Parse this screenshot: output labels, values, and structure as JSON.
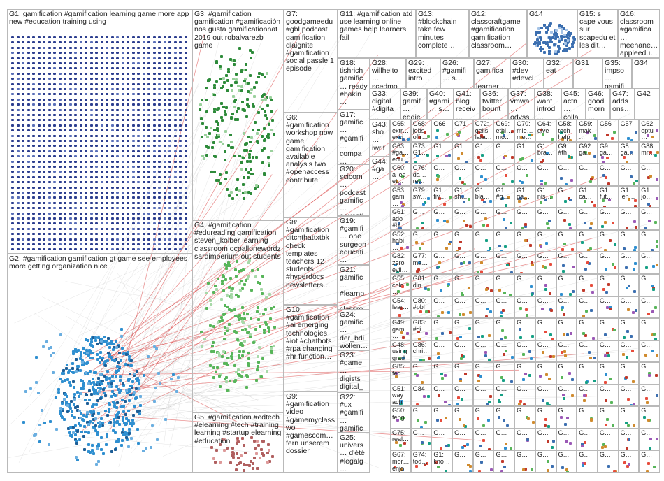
{
  "title": "",
  "colors": {
    "border": "#b9b9b9",
    "edge_red": "#d83a3a",
    "edge_grey": "#9a9a9a",
    "g1": "#2c3e8f",
    "g2": "#2f8fd0",
    "g3": "#2e8b3a",
    "g4": "#58b55a",
    "g5": "#c0392b",
    "g6": "#8e8e8e",
    "g7": "#6b6b6b"
  },
  "groups": [
    {
      "id": "G1",
      "text": "G1: gamification #gamification learning game more app new #education training using"
    },
    {
      "id": "G2",
      "text": "G2: #gamification gamification gt game see employees more getting organization nice"
    },
    {
      "id": "G3",
      "text": "G3: #gamification gamification #gamificación nos gusta gamificationnat 2019 out robalvarezb game"
    },
    {
      "id": "G4",
      "text": "G4: #gamification #edureading gamification steven_kolber learning classroom ocpallonewordz sardimperium out students"
    },
    {
      "id": "G5",
      "text": "G5: #gamification #edtech #elearning #tech #training learning #startup elearning #education"
    },
    {
      "id": "G6",
      "text": "G6: #gamification workshop now game gamification available analysis two #openaccess contribute"
    },
    {
      "id": "G7",
      "text": "G7: goodgameedu #gbl podcast gamification dlaignite #gamification social passle 1 episode"
    },
    {
      "id": "G8",
      "text": "G8: #gamification ditchthattxtbk check templates teachers 12 students #hyperdocs newsletters…"
    },
    {
      "id": "G9",
      "text": "G9: #gamification video #gamemyclass wo #gamescom… fern unserem dossier"
    },
    {
      "id": "G10",
      "text": "G10: #gamification #ai emerging technologies #iot #chatbots #rpa changing #hr function…"
    },
    {
      "id": "G11",
      "text": "G11: #gamification atd use learning online games help learners fail"
    },
    {
      "id": "G12",
      "text": "G12: classcraftgame #gamification gamification classroom…"
    },
    {
      "id": "G13",
      "text": "G13: #blockchain take few minutes complete…"
    },
    {
      "id": "G14",
      "text": "G14"
    },
    {
      "id": "G15",
      "text": "G15: s cape vous sur scapedu et les dit…"
    },
    {
      "id": "G16",
      "text": "G16: classroom #gamifica… meehane… appleedu…"
    },
    {
      "id": "G17",
      "text": "G17: gamific… #gamifi… compa… improv…"
    },
    {
      "id": "G18",
      "text": "G18: tishrich gamific… ready #bakin…"
    },
    {
      "id": "G19",
      "text": "G19: #gamifi… one surgeon educati…"
    },
    {
      "id": "G20",
      "text": "G20: scicom… podcast gamific… educati…"
    },
    {
      "id": "G21",
      "text": "G21: gamific… #learnp… classro…"
    },
    {
      "id": "G22",
      "text": "G22: #ux #gamifi… gamific…"
    },
    {
      "id": "G23",
      "text": "G23: #game… digists digital_…"
    },
    {
      "id": "G24",
      "text": "G24: gamific… der_bdi wollen…"
    },
    {
      "id": "G25",
      "text": "G25: univers… d'été #legalg…"
    },
    {
      "id": "G26",
      "text": "G26: #gamifi… s…"
    },
    {
      "id": "G27",
      "text": "G27: gamifica… learner…"
    },
    {
      "id": "G28",
      "text": "G28: willhelto… scedmo…"
    },
    {
      "id": "G29",
      "text": "G29: excited intro…"
    },
    {
      "id": "G30",
      "text": "G30: #dev #devcl…"
    },
    {
      "id": "G31",
      "text": "G31"
    },
    {
      "id": "G32",
      "text": "G32: eat"
    },
    {
      "id": "G33",
      "text": "G33: digital #digita…"
    },
    {
      "id": "G34",
      "text": "G34"
    },
    {
      "id": "G35",
      "text": "G35: impso… gamifi…"
    },
    {
      "id": "G36",
      "text": "G36: twitter bount…"
    },
    {
      "id": "G37",
      "text": "G37: vmwa… odyss…"
    },
    {
      "id": "G38",
      "text": "G38: want introd…"
    },
    {
      "id": "G39",
      "text": "G39: gamif… eddie…"
    },
    {
      "id": "G40",
      "text": "G40: #gami… s…"
    },
    {
      "id": "G41",
      "text": "G41: blog receiv…"
    },
    {
      "id": "G42",
      "text": "G42"
    },
    {
      "id": "G43",
      "text": "G43: sho… iwrit…"
    },
    {
      "id": "G44",
      "text": "G44: #ga… edu…"
    },
    {
      "id": "G45",
      "text": "G45: actn… colla…"
    },
    {
      "id": "G46",
      "text": "G46: good morn…"
    },
    {
      "id": "G47",
      "text": "G47: adds ons…"
    }
  ],
  "grid": {
    "rows": [
      [
        "G65: extr… exci…",
        "G68: jobs offr…",
        "G66",
        "G71",
        "G72: gelis lara…",
        "G69: ethi… mo…",
        "G70: mie… me…",
        "G64: give",
        "G58: tech help…",
        "G59: mak… acc…",
        "G56",
        "G57",
        "G62: optu… see…"
      ],
      [
        "G63: #ga… edu…",
        "G73: G1…",
        "G1…",
        "G1…",
        "G1…",
        "G…",
        "G1…",
        "G1: bra…",
        "G9: #th…",
        "G92: ga…",
        "G9: ga…",
        "G8: ga…",
        "G88: mr…"
      ],
      [
        "G60: a les et…",
        "G76: da… re…",
        "G…",
        "G…",
        "G…",
        "G…",
        "G…",
        "G…",
        "G…",
        "G…",
        "G…",
        "G…",
        "G…"
      ],
      [
        "G53: gam… sma…",
        "G79: sw…",
        "G1: fiv…",
        "G1: sh…",
        "G1: bla…",
        "G1: #g…",
        "G1: ga…",
        "G1: nis…",
        "G…",
        "G1: ca…",
        "G1: fut…",
        "G1: jen…",
        "G1: jo…"
      ],
      [
        "G61: ado #bl…",
        "G…",
        "G…",
        "G…",
        "G…",
        "G…",
        "G…",
        "G…",
        "G…",
        "G…",
        "G…",
        "G…",
        "G…"
      ],
      [
        "G52: habi… gam…",
        "G…",
        "G…",
        "G…",
        "G…",
        "G…",
        "G…",
        "G…",
        "G…",
        "G…",
        "G…",
        "G…",
        "G…"
      ],
      [
        "G82: zero evil…",
        "G77: ma…",
        "G…",
        "G…",
        "G…",
        "G…",
        "G…",
        "G…",
        "G…",
        "G…",
        "G…",
        "G…",
        "G…"
      ],
      [
        "G55: colo… life…",
        "G81: din…",
        "G…",
        "G…",
        "G…",
        "G…",
        "G…",
        "G…",
        "G…",
        "G…",
        "G…",
        "G…",
        "G…"
      ],
      [
        "G54: lear…",
        "G80: #pbl",
        "G…",
        "G…",
        "G…",
        "G…",
        "G…",
        "G…",
        "G…",
        "G…",
        "G…",
        "G…",
        "G…"
      ],
      [
        "G49: gam… free…",
        "G83: #di…",
        "G…",
        "G…",
        "G…",
        "G…",
        "G…",
        "G…",
        "G…",
        "G…",
        "G…",
        "G…",
        "G…"
      ],
      [
        "G48: using grad…",
        "G86: chri…",
        "G…",
        "G…",
        "G…",
        "G…",
        "G…",
        "G…",
        "G…",
        "G…",
        "G…",
        "G…",
        "G…"
      ],
      [
        "G85: fed…",
        "G…",
        "G…",
        "G…",
        "G…",
        "G…",
        "G…",
        "G…",
        "G…",
        "G…",
        "G…",
        "G…",
        "G…"
      ],
      [
        "G51: way achi…",
        "G84",
        "G…",
        "G…",
        "G…",
        "G…",
        "G…",
        "G…",
        "G…",
        "G…",
        "G…",
        "G…",
        "G…"
      ],
      [
        "G50: feng… brilli…",
        "G…",
        "G…",
        "G…",
        "G…",
        "G…",
        "G…",
        "G…",
        "G…",
        "G…",
        "G…",
        "G…",
        "G…"
      ],
      [
        "G75: real…",
        "G…",
        "G…",
        "G…",
        "G…",
        "G…",
        "G…",
        "G…",
        "G…",
        "G…",
        "G…",
        "G…",
        "G…"
      ],
      [
        "G67: mor… enjo…",
        "G74: tod…",
        "G1: kno…",
        "G…",
        "G…",
        "G…",
        "G…",
        "G…",
        "G…",
        "G…",
        "G…",
        "G…",
        "G…"
      ]
    ]
  }
}
